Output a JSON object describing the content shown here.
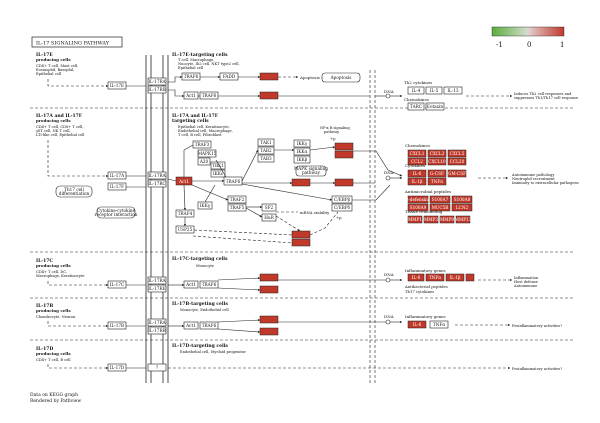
{
  "title": "IL-17 SIGNALING PATHWAY",
  "legend": {
    "min": "-1",
    "mid": "0",
    "max": "1",
    "low_color": "#5aac3c",
    "mid_color": "#d8d8d8",
    "high_color": "#c0392b"
  },
  "footer": {
    "line1": "Data on KEGG graph",
    "line2": "Rendered by Pathview"
  },
  "colors": {
    "up": "#c0392b",
    "node": "#ffffff",
    "line": "#222222"
  },
  "left_groups": {
    "il17e": {
      "title": "IL-17E",
      "sub": "producing cells",
      "desc1": "CD4+ T cell, Mast cell,",
      "desc2": "Eosinophil, Basophil,",
      "desc3": "Epithelial cell",
      "ligand": "IL-17E"
    },
    "il17af": {
      "title": "IL-17A and IL-17F",
      "sub": "producing cells",
      "desc1": "CD4+ T cell, CD8+ T cell,",
      "desc2": "γδT cell, NK T cell,",
      "desc3": "LTi-like cell, Epithelial cell",
      "ligand1": "IL-17A",
      "ligand2": "IL-17F",
      "note1": "Th17 cell",
      "note2": "differentiation"
    },
    "il17c": {
      "title": "IL-17C",
      "sub": "producing cells",
      "desc1": "CD4+ T cell, DC,",
      "desc2": "Macrophage, Keratinocyte",
      "ligand": "IL-17C"
    },
    "il17b": {
      "title": "IL-17B",
      "sub": "producing cells",
      "desc1": "Chondrocyte, Neuron",
      "ligand": "IL-17B"
    },
    "il17d": {
      "title": "IL-17D",
      "sub": "producing cells",
      "desc1": "CD4+ T cell, B cell",
      "ligand": "IL-17D"
    }
  },
  "cytokine_note": {
    "line1": "Cytokine-cytokine",
    "line2": "receptor interaction"
  },
  "receptors": {
    "r1": [
      "IL-17RA",
      "IL-17RB"
    ],
    "r2": [
      "IL-17RA",
      "IL-17RC"
    ],
    "r3": [
      "IL-17RA",
      "IL-17RE"
    ],
    "r4": [
      "IL-17RA",
      "IL-17RB"
    ],
    "r5": "?"
  },
  "targets": {
    "t1": {
      "title": "IL-17E-targeting cells",
      "d1": "T cell, Macrophage,",
      "d2": "Nuocyte, Ih2 cell, NKT type2 cell,",
      "d3": "Epithelial cell"
    },
    "t2": {
      "title": "IL-17A and IL-17F",
      "title2": "targeting cells",
      "d1": "Epithelial cell, Keratinocyte,",
      "d2": "Endothelial cell, Macrophage,",
      "d3": "T cell, B cell, Fibroblast"
    },
    "t3": {
      "title": "IL-17C-targeting cells",
      "d1": "Monocyte"
    },
    "t4": {
      "title": "IL-17B-targeting cells",
      "d1": "Monocyte, Endothelial cell"
    },
    "t5": {
      "title": "IL-17D-targeting cells",
      "d1": "Endothelial cell, Myeloid progenitor"
    }
  },
  "row1": {
    "traf6": "TRAF6",
    "fadd": "FADD",
    "act1": "Act1",
    "traf6b": "TRAF6",
    "apoptosis": "Apoptosis",
    "apoptosis_label": "Apoptosis"
  },
  "mid": {
    "traf3": "TRAF3",
    "mapk15": "MAPK15",
    "a20": "A20",
    "tbk1": "TBK1",
    "ikke": "IKKε",
    "act1": "Act1",
    "traf6": "TRAF6",
    "traf4": "TRAF4",
    "ikkg": "IKKγ",
    "usp25": "USP25",
    "traf2": "TRAF2",
    "traf5": "TRAF5",
    "sf2": "SF2",
    "hur": "HuR",
    "tak1": "TAK1",
    "tab2": "TAB2",
    "tab3": "TAB3",
    "ikkg2": "IKKγ",
    "ikka": "IKKα",
    "ikkb": "IKKβ",
    "cebpb": "C/EBPβ",
    "cebpd": "C/EBPδ",
    "ikba": "IκBα",
    "nfkb_note1": "NF-κ B signaling",
    "nfkb_note2": "pathway",
    "mapk_note1": "MAPK signaling",
    "mapk_note2": "pathway",
    "mrna": "mRNA stability",
    "p": "+p",
    "dna": "DNA"
  },
  "out1": {
    "title": "Th2 cytokines",
    "genes": [
      "IL-4",
      "IL-5",
      "IL-13"
    ],
    "chem_title": "Chemokines",
    "chem": [
      "TARC",
      "Eotaxin"
    ],
    "result1": "Induces Th2 cell responses and",
    "result2": "suppresses Th1/Th17 cell response"
  },
  "out2": {
    "chem_title": "Chemokines",
    "chem_genes": [
      "CXCL1",
      "CXCL2",
      "CXCL5",
      "CCL2",
      "CXCL10",
      "CCL20"
    ],
    "cyto_title": "Cytokines",
    "cyto_genes": [
      "IL-6",
      "G-CSF",
      "GM-CSF",
      "IL-1β",
      "TNFα"
    ],
    "amp_title": "Antimicrobial peptides",
    "amp_genes": [
      "β-defensins",
      "S100A7",
      "S100A8",
      "S100A9",
      "MUC5B",
      "LCN2"
    ],
    "tissue_title": "Tissue remodeling",
    "tissue_genes": [
      "MMP1",
      "MMP3",
      "MMP9",
      "MMP13"
    ],
    "result1": "Autoimmune pathology",
    "result2": "Neutrophil recruitment",
    "result3": "Immunity to extracellular pathogens"
  },
  "out3": {
    "title": "Inflammatory genes",
    "genes": [
      "IL-6",
      "TNFα",
      "IL-1β"
    ],
    "amp_title": "Antibacterial peptides",
    "amp2": "Th17 cytokines",
    "result1": "Inflammation",
    "result2": "Host defense",
    "result3": "Autoimmune"
  },
  "out4": {
    "title": "Inflammatory genes",
    "genes": [
      "IL-6",
      "TNFα"
    ],
    "result": "Proinflammatory activities?"
  },
  "out5": {
    "result": "Proinflammatory activities?"
  }
}
